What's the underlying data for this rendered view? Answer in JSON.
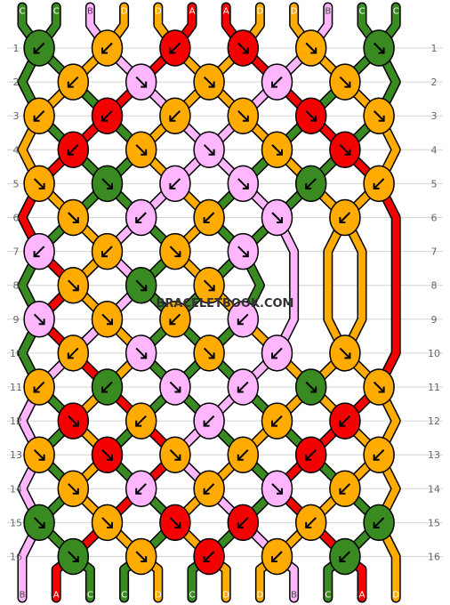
{
  "colors": {
    "C": "#3a8a22",
    "B": "#ffb6ff",
    "D": "#ffab00",
    "A": "#f50000"
  },
  "strand_letters": [
    "C",
    "C",
    "B",
    "D",
    "D",
    "A",
    "A",
    "D",
    "D",
    "B",
    "C",
    "C"
  ],
  "row_labels": [
    "1",
    "2",
    "3",
    "4",
    "5",
    "6",
    "7",
    "8",
    "9",
    "10",
    "11",
    "12",
    "13",
    "14",
    "15",
    "16"
  ],
  "watermark": "BRACELETBOOK.COM",
  "knots": [
    [
      {
        "c": "C",
        "d": "sw"
      },
      {
        "c": "D",
        "d": "sw"
      },
      {
        "c": "A",
        "d": "sw"
      },
      {
        "c": "A",
        "d": "se"
      },
      {
        "c": "D",
        "d": "se"
      },
      {
        "c": "C",
        "d": "se"
      }
    ],
    [
      {
        "c": "D",
        "d": "sw"
      },
      {
        "c": "B",
        "d": "se"
      },
      {
        "c": "D",
        "d": "se"
      },
      {
        "c": "B",
        "d": "sw"
      },
      {
        "c": "D",
        "d": "se"
      }
    ],
    [
      {
        "c": "D",
        "d": "sw"
      },
      {
        "c": "A",
        "d": "sw"
      },
      {
        "c": "D",
        "d": "sw"
      },
      {
        "c": "D",
        "d": "se"
      },
      {
        "c": "A",
        "d": "se"
      },
      {
        "c": "D",
        "d": "se"
      }
    ],
    [
      {
        "c": "A",
        "d": "sw"
      },
      {
        "c": "D",
        "d": "se"
      },
      {
        "c": "B",
        "d": "se"
      },
      {
        "c": "D",
        "d": "se"
      },
      {
        "c": "A",
        "d": "se"
      }
    ],
    [
      {
        "c": "D",
        "d": "se"
      },
      {
        "c": "C",
        "d": "se"
      },
      {
        "c": "B",
        "d": "sw"
      },
      {
        "c": "B",
        "d": "se"
      },
      {
        "c": "C",
        "d": "sw"
      },
      {
        "c": "D",
        "d": "sw"
      }
    ],
    [
      {
        "c": "D",
        "d": "se"
      },
      {
        "c": "B",
        "d": "sw"
      },
      {
        "c": "D",
        "d": "sw"
      },
      {
        "c": "B",
        "d": "se"
      },
      {
        "c": "D",
        "d": "sw"
      }
    ],
    [
      {
        "c": "B",
        "d": "sw"
      },
      {
        "c": "D",
        "d": "sw"
      },
      {
        "c": "D",
        "d": "se"
      },
      {
        "c": "B",
        "d": "se"
      }
    ],
    [
      {
        "c": "D",
        "d": "se"
      },
      {
        "c": "C",
        "d": "se"
      },
      {
        "c": "D",
        "d": "se"
      }
    ],
    [
      {
        "c": "B",
        "d": "se"
      },
      {
        "c": "D",
        "d": "se"
      },
      {
        "c": "D",
        "d": "sw"
      },
      {
        "c": "B",
        "d": "sw"
      }
    ],
    [
      {
        "c": "D",
        "d": "sw"
      },
      {
        "c": "B",
        "d": "se"
      },
      {
        "c": "D",
        "d": "se"
      },
      {
        "c": "B",
        "d": "sw"
      },
      {
        "c": "D",
        "d": "se"
      }
    ],
    [
      {
        "c": "D",
        "d": "sw"
      },
      {
        "c": "C",
        "d": "sw"
      },
      {
        "c": "B",
        "d": "se"
      },
      {
        "c": "B",
        "d": "sw"
      },
      {
        "c": "C",
        "d": "se"
      },
      {
        "c": "D",
        "d": "se"
      }
    ],
    [
      {
        "c": "A",
        "d": "se"
      },
      {
        "c": "D",
        "d": "sw"
      },
      {
        "c": "B",
        "d": "sw"
      },
      {
        "c": "D",
        "d": "sw"
      },
      {
        "c": "A",
        "d": "sw"
      }
    ],
    [
      {
        "c": "D",
        "d": "se"
      },
      {
        "c": "A",
        "d": "se"
      },
      {
        "c": "D",
        "d": "se"
      },
      {
        "c": "D",
        "d": "sw"
      },
      {
        "c": "A",
        "d": "sw"
      },
      {
        "c": "D",
        "d": "sw"
      }
    ],
    [
      {
        "c": "D",
        "d": "se"
      },
      {
        "c": "B",
        "d": "sw"
      },
      {
        "c": "D",
        "d": "sw"
      },
      {
        "c": "B",
        "d": "se"
      },
      {
        "c": "D",
        "d": "sw"
      }
    ],
    [
      {
        "c": "C",
        "d": "se"
      },
      {
        "c": "D",
        "d": "se"
      },
      {
        "c": "A",
        "d": "se"
      },
      {
        "c": "A",
        "d": "sw"
      },
      {
        "c": "D",
        "d": "sw"
      },
      {
        "c": "C",
        "d": "sw"
      }
    ],
    [
      {
        "c": "C",
        "d": "se"
      },
      {
        "c": "D",
        "d": "se"
      },
      {
        "c": "A",
        "d": "sw"
      },
      {
        "c": "D",
        "d": "sw"
      },
      {
        "c": "C",
        "d": "sw"
      }
    ]
  ]
}
